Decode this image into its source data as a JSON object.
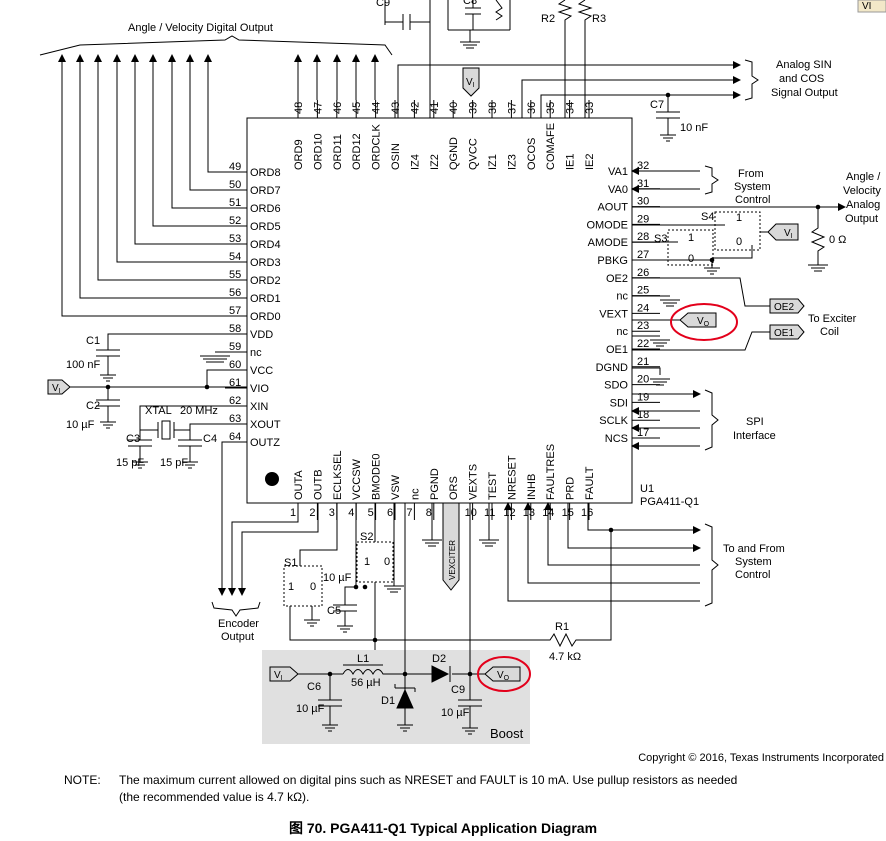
{
  "chip": {
    "ref": "U1",
    "part": "PGA411-Q1",
    "top_pins": [
      {
        "num": "48",
        "name": "ORD9"
      },
      {
        "num": "47",
        "name": "ORD10"
      },
      {
        "num": "46",
        "name": "ORD11"
      },
      {
        "num": "45",
        "name": "ORD12"
      },
      {
        "num": "44",
        "name": "ORDCLK"
      },
      {
        "num": "43",
        "name": "OSIN"
      },
      {
        "num": "42",
        "name": "IZ4"
      },
      {
        "num": "41",
        "name": "IZ2"
      },
      {
        "num": "40",
        "name": "QGND"
      },
      {
        "num": "39",
        "name": "QVCC"
      },
      {
        "num": "38",
        "name": "IZ1"
      },
      {
        "num": "37",
        "name": "IZ3"
      },
      {
        "num": "36",
        "name": "OCOS"
      },
      {
        "num": "35",
        "name": "COMAFE"
      },
      {
        "num": "34",
        "name": "IE1"
      },
      {
        "num": "33",
        "name": "IE2"
      }
    ],
    "left_pins": [
      {
        "num": "49",
        "name": "ORD8"
      },
      {
        "num": "50",
        "name": "ORD7"
      },
      {
        "num": "51",
        "name": "ORD6"
      },
      {
        "num": "52",
        "name": "ORD5"
      },
      {
        "num": "53",
        "name": "ORD4"
      },
      {
        "num": "54",
        "name": "ORD3"
      },
      {
        "num": "55",
        "name": "ORD2"
      },
      {
        "num": "56",
        "name": "ORD1"
      },
      {
        "num": "57",
        "name": "ORD0"
      },
      {
        "num": "58",
        "name": "VDD"
      },
      {
        "num": "59",
        "name": "nc"
      },
      {
        "num": "60",
        "name": "VCC"
      },
      {
        "num": "61",
        "name": "VIO"
      },
      {
        "num": "62",
        "name": "XIN"
      },
      {
        "num": "63",
        "name": "XOUT"
      },
      {
        "num": "64",
        "name": "OUTZ"
      }
    ],
    "right_pins": [
      {
        "num": "32",
        "name": "VA1"
      },
      {
        "num": "31",
        "name": "VA0"
      },
      {
        "num": "30",
        "name": "AOUT"
      },
      {
        "num": "29",
        "name": "OMODE"
      },
      {
        "num": "28",
        "name": "AMODE"
      },
      {
        "num": "27",
        "name": "PBKG"
      },
      {
        "num": "26",
        "name": "OE2"
      },
      {
        "num": "25",
        "name": "nc"
      },
      {
        "num": "24",
        "name": "VEXT"
      },
      {
        "num": "23",
        "name": "nc"
      },
      {
        "num": "22",
        "name": "OE1"
      },
      {
        "num": "21",
        "name": "DGND"
      },
      {
        "num": "20",
        "name": "SDO"
      },
      {
        "num": "19",
        "name": "SDI"
      },
      {
        "num": "18",
        "name": "SCLK"
      },
      {
        "num": "17",
        "name": "NCS"
      }
    ],
    "bottom_pins": [
      {
        "num": "1",
        "name": "OUTA"
      },
      {
        "num": "2",
        "name": "OUTB"
      },
      {
        "num": "3",
        "name": "ECLKSEL"
      },
      {
        "num": "4",
        "name": "VCCSW"
      },
      {
        "num": "5",
        "name": "BMODE0"
      },
      {
        "num": "6",
        "name": "VSW"
      },
      {
        "num": "7",
        "name": "nc"
      },
      {
        "num": "8",
        "name": "PGND"
      },
      {
        "num": "9",
        "name": "ORS"
      },
      {
        "num": "10",
        "name": "VEXTS"
      },
      {
        "num": "11",
        "name": "TEST"
      },
      {
        "num": "12",
        "name": "NRESET"
      },
      {
        "num": "13",
        "name": "INHB"
      },
      {
        "num": "14",
        "name": "FAULTRES"
      },
      {
        "num": "15",
        "name": "PRD"
      },
      {
        "num": "16",
        "name": "FAULT"
      }
    ]
  },
  "labels": {
    "angle_velocity_digital": "Angle / Velocity Digital Output",
    "analog_sin_cos": [
      "Analog SIN",
      "and COS",
      "Signal Output"
    ],
    "from_system_control": [
      "From",
      "System",
      "Control"
    ],
    "angle_velocity_analog": [
      "Angle /",
      "Velocity",
      "Analog",
      "Output"
    ],
    "to_exciter_coil": [
      "To Exciter",
      "Coil"
    ],
    "spi_interface": [
      "SPI",
      "Interface"
    ],
    "to_from_system_control": [
      "To and From",
      "System",
      "Control"
    ],
    "encoder_output": [
      "Encoder",
      "Output"
    ],
    "boost": "Boost",
    "oe1_tag": "OE1",
    "oe2_tag": "OE2",
    "vi_tag": "VI",
    "vo_tag": "VO",
    "vexciter_tag": "VEXCITER"
  },
  "components": {
    "C1": {
      "ref": "C1",
      "value": "100 nF"
    },
    "C2": {
      "ref": "C2",
      "value": "10 µF"
    },
    "C3": {
      "ref": "C3",
      "value": "15 pF"
    },
    "C4": {
      "ref": "C4",
      "value": "15 pF"
    },
    "XTAL": {
      "ref": "XTAL",
      "value": "20 MHz"
    },
    "C5": {
      "ref": "C5",
      "value": "10 µF"
    },
    "C6": {
      "ref": "C6",
      "value": "10 µF"
    },
    "C7": {
      "ref": "C7",
      "value": "10 nF"
    },
    "C8": {
      "ref": "C8",
      "value": ""
    },
    "C9": {
      "ref": "C9",
      "value": "10 µF"
    },
    "C9_top": {
      "ref": "C9",
      "value": ""
    },
    "L1": {
      "ref": "L1",
      "value": "56 µH"
    },
    "R1": {
      "ref": "R1",
      "value": "4.7 kΩ"
    },
    "R2": {
      "ref": "R2",
      "value": ""
    },
    "R3": {
      "ref": "R3",
      "value": ""
    },
    "R_aout": {
      "ref": "",
      "value": "0 Ω"
    },
    "D1": {
      "ref": "D1"
    },
    "D2": {
      "ref": "D2"
    },
    "S1": {
      "ref": "S1",
      "pos1": "1",
      "pos0": "0"
    },
    "S2": {
      "ref": "S2",
      "pos1": "1",
      "pos0": "0"
    },
    "S3": {
      "ref": "S3",
      "pos1": "1",
      "pos0": "0"
    },
    "S4": {
      "ref": "S4",
      "pos1": "1",
      "pos0": "0"
    }
  },
  "highlight_color": "#e3001b",
  "boost_bg": "#e0e0e0",
  "copyright": "Copyright © 2016, Texas Instruments Incorporated",
  "note": {
    "head": "NOTE:",
    "lines": [
      "The maximum current allowed on digital pins such as NRESET and FAULT is 10 mA. Use pullup resistors as needed",
      "(the recommended value is 4.7 kΩ)."
    ]
  },
  "caption": "图 70.  PGA411-Q1 Typical Application Diagram",
  "corner_fragment": "VI"
}
